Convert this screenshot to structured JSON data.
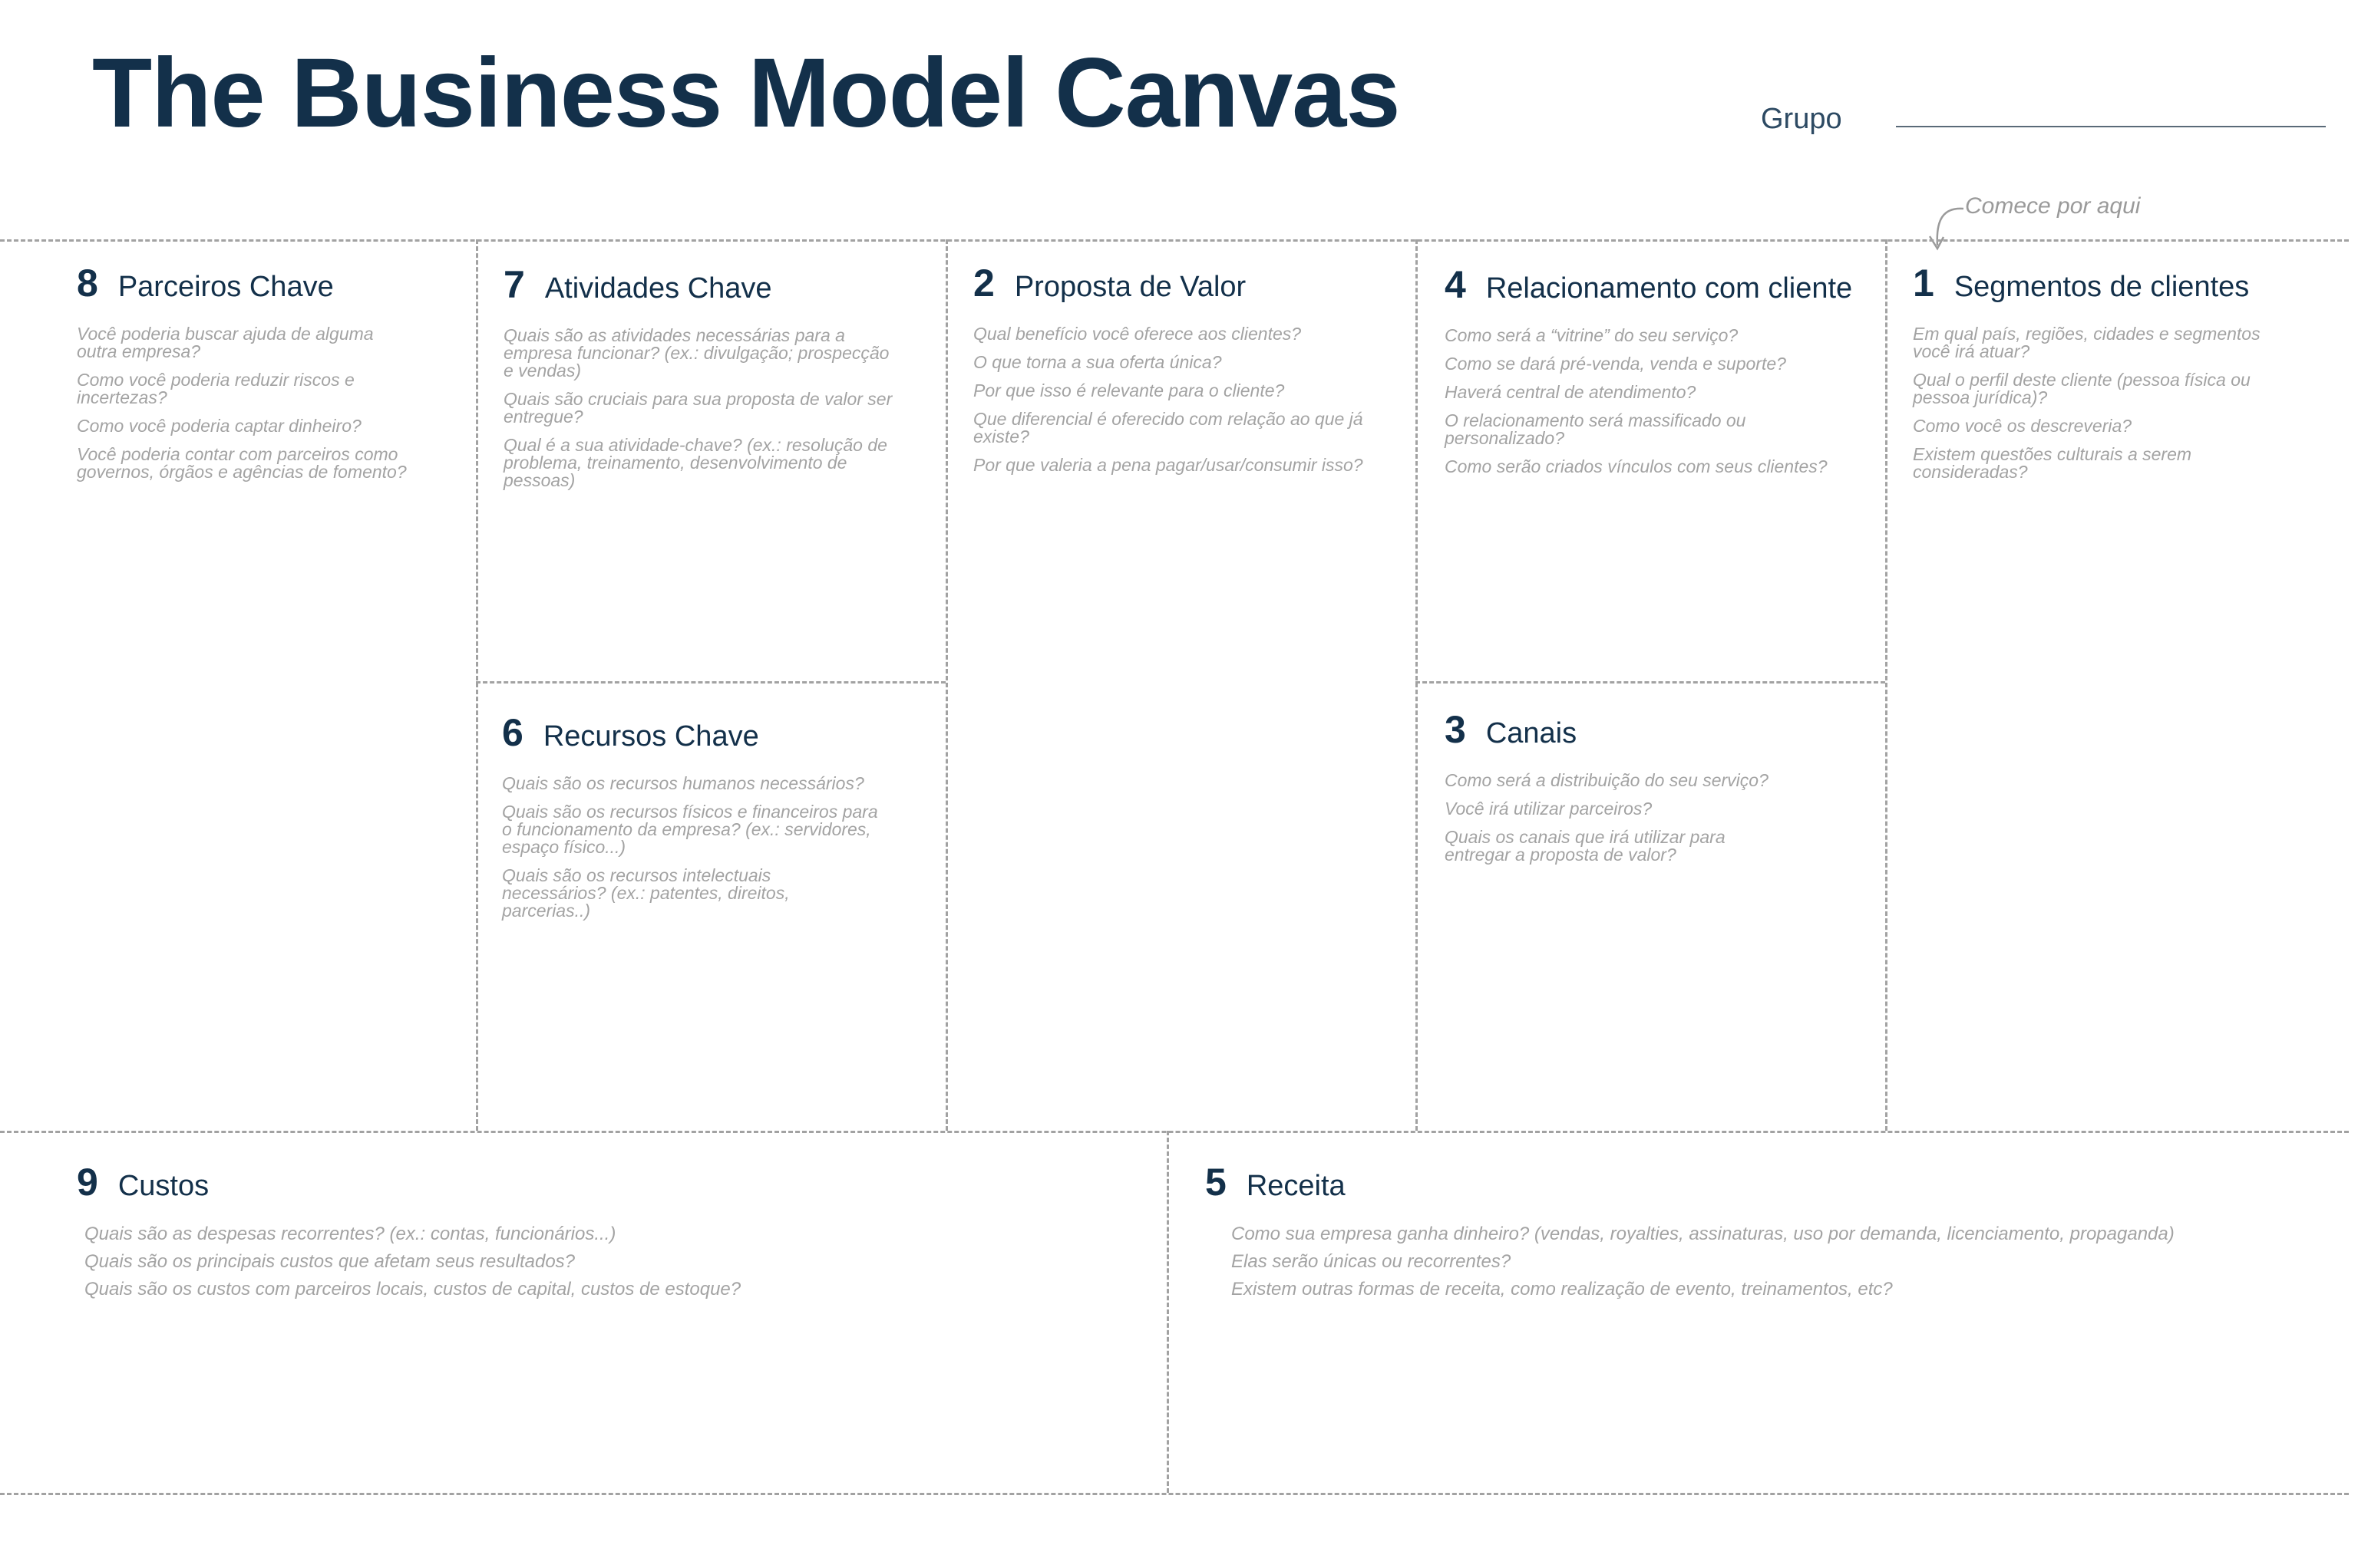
{
  "header": {
    "title": "The Business Model Canvas",
    "group_label": "Grupo",
    "start_hint": "Comece por aqui"
  },
  "blocks": {
    "partners": {
      "number": "8",
      "title": "Parceiros Chave",
      "questions": [
        "Você poderia buscar ajuda de alguma outra empresa?",
        "Como você poderia reduzir riscos e incertezas?",
        "Como você poderia captar dinheiro?",
        "Você poderia contar com parceiros como governos, órgãos e agências de fomento?"
      ]
    },
    "activities": {
      "number": "7",
      "title": "Atividades Chave",
      "questions": [
        "Quais são as atividades necessárias para a empresa funcionar? (ex.: divulgação; prospecção e vendas)",
        "Quais são cruciais para sua proposta de valor ser entregue?",
        "Qual é a sua atividade-chave? (ex.: resolução de problema, treinamento, desenvolvimento de pessoas)"
      ]
    },
    "resources": {
      "number": "6",
      "title": "Recursos Chave",
      "questions": [
        "Quais são os recursos humanos necessários?",
        "Quais são os recursos físicos e financeiros para o funcionamento da empresa? (ex.: servidores, espaço físico...)",
        "Quais são os recursos intelectuais necessários? (ex.: patentes, direitos, parcerias..)"
      ]
    },
    "value": {
      "number": "2",
      "title": "Proposta de Valor",
      "questions": [
        "Qual benefício você oferece aos clientes?",
        "O que torna a sua oferta única?",
        "Por que isso é relevante para o cliente?",
        "Que diferencial é oferecido com relação ao que já existe?",
        "Por que valeria a pena pagar/usar/consumir isso?"
      ]
    },
    "relationship": {
      "number": "4",
      "title": "Relacionamento com cliente",
      "questions": [
        "Como será a “vitrine” do seu serviço?",
        "Como se dará pré-venda, venda e suporte?",
        "Haverá central de atendimento?",
        "O relacionamento será massificado ou personalizado?",
        "Como serão criados vínculos com seus clientes?"
      ]
    },
    "channels": {
      "number": "3",
      "title": "Canais",
      "questions": [
        "Como será a distribuição do seu serviço?",
        "Você irá utilizar parceiros?",
        "Quais os canais que irá utilizar para entregar a proposta de valor?"
      ]
    },
    "segments": {
      "number": "1",
      "title": "Segmentos de clientes",
      "questions": [
        "Em qual país, regiões, cidades e segmentos você irá atuar?",
        "Qual o perfil deste cliente (pessoa física ou pessoa jurídica)?",
        "Como você os descreveria?",
        "Existem questões culturais a serem consideradas?"
      ]
    },
    "costs": {
      "number": "9",
      "title": "Custos",
      "questions": [
        "Quais são as despesas recorrentes? (ex.: contas, funcionários...)",
        "Quais são os principais custos que afetam seus resultados?",
        "Quais são os custos com parceiros locais, custos de capital, custos de estoque?"
      ]
    },
    "revenue": {
      "number": "5",
      "title": "Receita",
      "questions": [
        "Como sua empresa ganha dinheiro? (vendas, royalties, assinaturas, uso por demanda, licenciamento, propaganda)",
        "Elas serão únicas ou recorrentes?",
        "Existem outras formas de receita, como realização de evento, treinamentos, etc?"
      ]
    }
  },
  "colors": {
    "heading": "#13304a",
    "question_text": "#a3a3a3",
    "dashed_line": "#a2a2a2"
  }
}
